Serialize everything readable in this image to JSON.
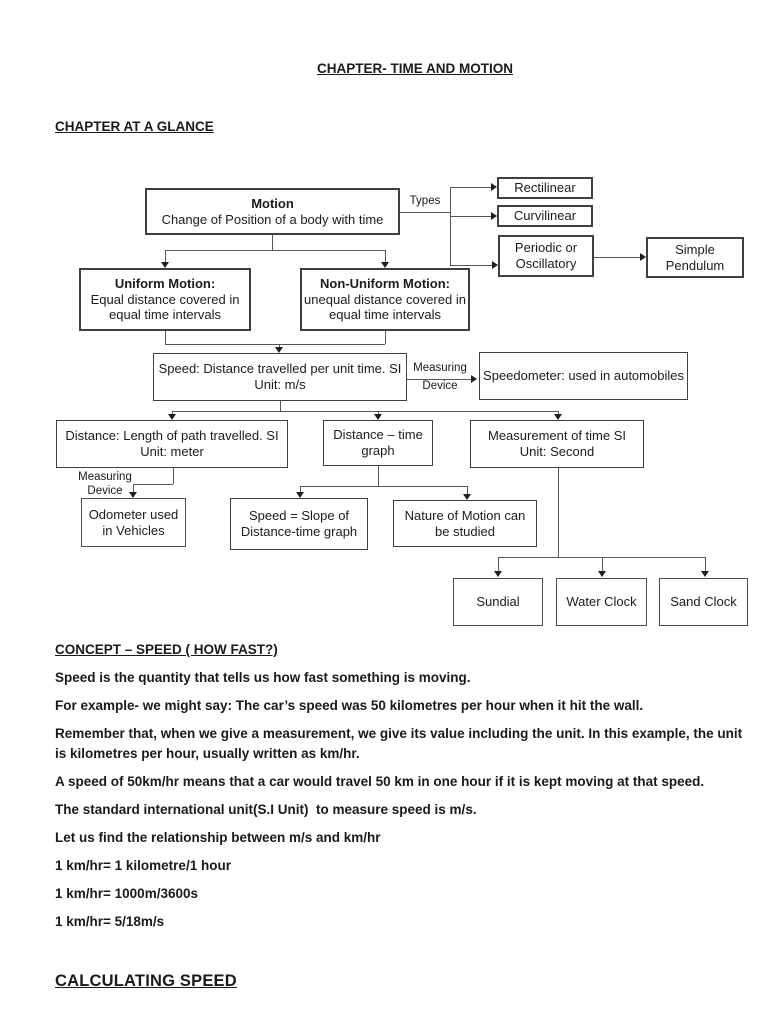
{
  "content": {
    "title": "CHAPTER- TIME AND MOTION",
    "glance_heading": "CHAPTER AT A GLANCE",
    "concept_heading": "CONCEPT – SPEED ( HOW FAST?)",
    "paragraphs": [
      "Speed is the quantity that tells us how fast something is moving.",
      "For example- we might say: The car’s speed was 50 kilometres per hour when it hit the wall.",
      "Remember that, when we give a measurement, we give its value including the unit. In this example, the unit is kilometres per hour, usually written as km/hr.",
      "A speed of 50km/hr means that a car would travel 50 km in one hour if it is kept moving at that speed.",
      "The standard international unit(S.I Unit)  to measure speed is m/s.",
      "Let us find the relationship between m/s and km/hr",
      "1 km/hr= 1 kilometre/1 hour",
      "1 km/hr= 1000m/3600s",
      "1 km/hr= 5/18m/s"
    ],
    "calculating_heading": "CALCULATING SPEED"
  },
  "diagram": {
    "types_label": "Types",
    "measuring_device_label_1": {
      "line1": "Measuring",
      "line2": "Device"
    },
    "measuring_device_label_2": {
      "line1": "Measuring",
      "line2": "Device"
    },
    "motion": {
      "title": "Motion",
      "sub": "Change of Position of a body with time"
    },
    "rectilinear": {
      "title": "Rectilinear"
    },
    "curvilinear": {
      "title": "Curvilinear"
    },
    "periodic": {
      "title": "Periodic or Oscillatory"
    },
    "simple_pendulum": {
      "title": "Simple Pendulum"
    },
    "uniform": {
      "title": "Uniform Motion:",
      "sub": "Equal distance covered in equal time intervals"
    },
    "non_uniform": {
      "title": "Non-Uniform Motion:",
      "sub": "unequal distance covered in equal time intervals"
    },
    "speed": {
      "title": "Speed: Distance travelled per unit time. SI Unit: m/s"
    },
    "speedometer": {
      "title": "Speedometer: used in automobiles"
    },
    "distance": {
      "title": "Distance: Length of path travelled. SI Unit: meter"
    },
    "dt_graph": {
      "title": "Distance – time graph"
    },
    "time_measure": {
      "title": "Measurement of time SI Unit: Second"
    },
    "odometer": {
      "title": "Odometer used in Vehicles"
    },
    "slope": {
      "title": "Speed = Slope of Distance-time graph"
    },
    "nature": {
      "title": "Nature of Motion can be studied"
    },
    "sundial": {
      "title": "Sundial"
    },
    "water_clock": {
      "title": "Water Clock"
    },
    "sand_clock": {
      "title": "Sand Clock"
    }
  },
  "colors": {
    "box_border": "#3f3f3f",
    "connector_line": "#585858",
    "text": "#1a1a1a"
  }
}
